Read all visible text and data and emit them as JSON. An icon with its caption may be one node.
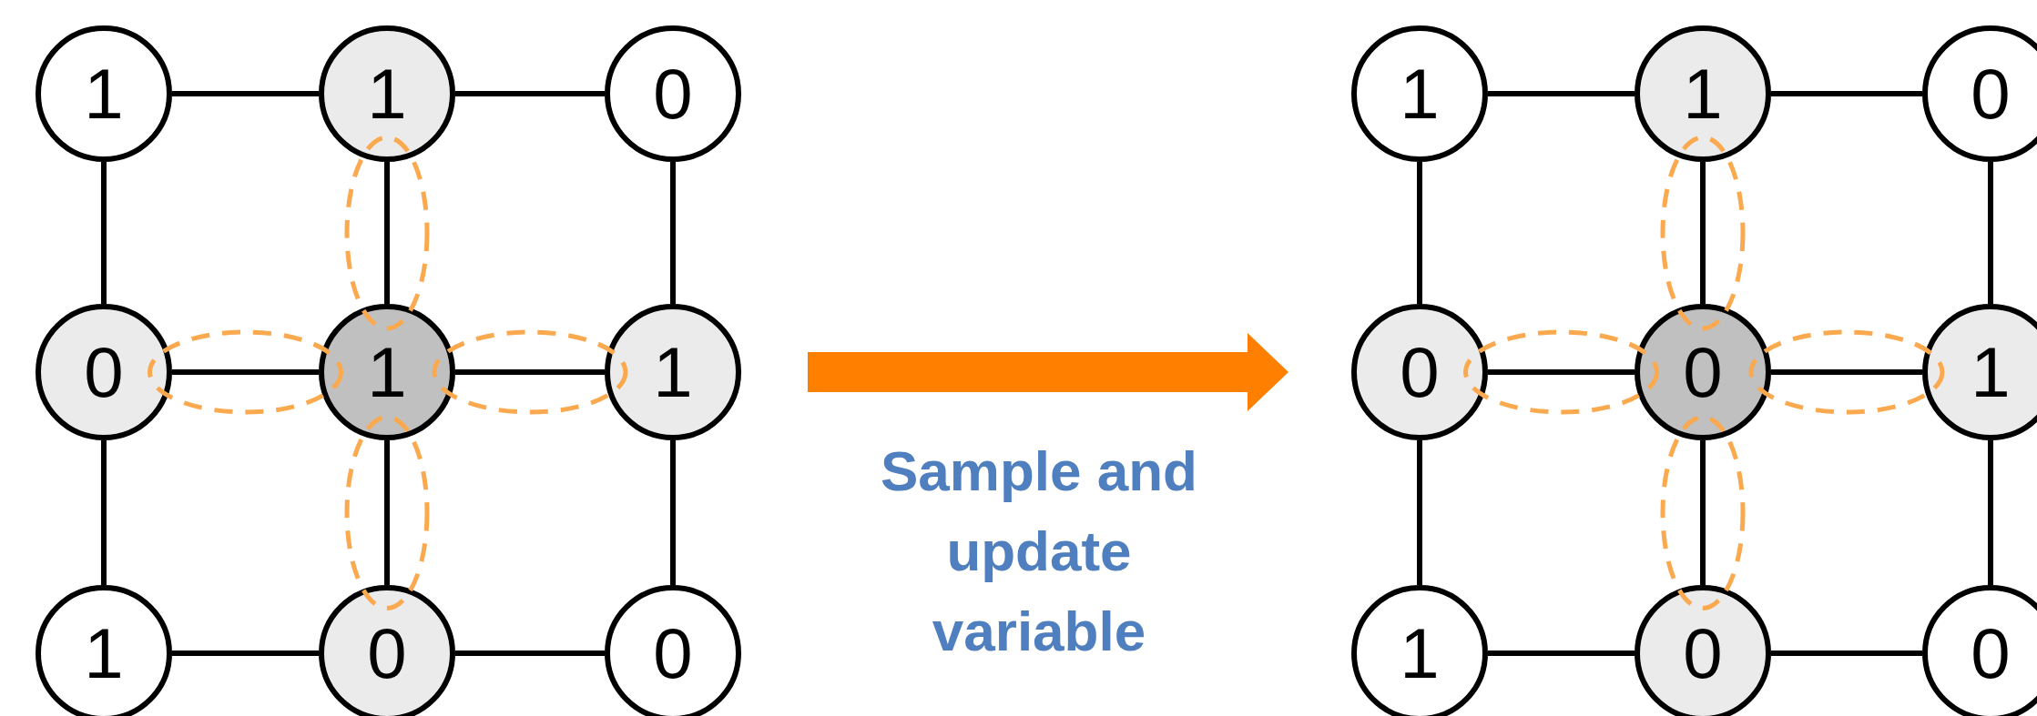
{
  "diagram": {
    "nodes": [
      {
        "text": [
          "1"
        ]
      },
      {
        "text": [
          "1"
        ]
      },
      {
        "text": [
          "0"
        ]
      },
      {
        "text": [
          "0"
        ]
      },
      {
        "text": [
          "1"
        ]
      },
      {
        "text": [
          "1"
        ]
      },
      {
        "text": [
          "1"
        ]
      },
      {
        "text": [
          "0"
        ]
      },
      {
        "text": [
          "0"
        ]
      },
      {
        "text": [
          "1"
        ]
      },
      {
        "text": [
          "1"
        ]
      },
      {
        "text": [
          "0"
        ]
      },
      {
        "text": [
          "0"
        ]
      },
      {
        "text": [
          "0"
        ]
      },
      {
        "text": [
          "1"
        ]
      },
      {
        "text": [
          "1"
        ]
      },
      {
        "text": [
          "0"
        ]
      },
      {
        "text": [
          "0"
        ]
      }
    ],
    "edges": [
      {
        "from": 0,
        "to": 1,
        "arrow": "none"
      },
      {
        "from": 1,
        "to": 2,
        "arrow": "none"
      },
      {
        "from": 3,
        "to": 4,
        "arrow": "none"
      },
      {
        "from": 4,
        "to": 5,
        "arrow": "none"
      },
      {
        "from": 6,
        "to": 7,
        "arrow": "none"
      },
      {
        "from": 7,
        "to": 8,
        "arrow": "none"
      },
      {
        "from": 0,
        "to": 3,
        "arrow": "none"
      },
      {
        "from": 3,
        "to": 6,
        "arrow": "none"
      },
      {
        "from": 1,
        "to": 4,
        "arrow": "none"
      },
      {
        "from": 4,
        "to": 7,
        "arrow": "none"
      },
      {
        "from": 2,
        "to": 5,
        "arrow": "none"
      },
      {
        "from": 5,
        "to": 8,
        "arrow": "none"
      },
      {
        "from": 9,
        "to": 10,
        "arrow": "none"
      },
      {
        "from": 10,
        "to": 11,
        "arrow": "none"
      },
      {
        "from": 12,
        "to": 13,
        "arrow": "none"
      },
      {
        "from": 13,
        "to": 14,
        "arrow": "none"
      },
      {
        "from": 15,
        "to": 16,
        "arrow": "none"
      },
      {
        "from": 16,
        "to": 17,
        "arrow": "none"
      },
      {
        "from": 9,
        "to": 12,
        "arrow": "none"
      },
      {
        "from": 12,
        "to": 15,
        "arrow": "none"
      },
      {
        "from": 10,
        "to": 13,
        "arrow": "none"
      },
      {
        "from": 13,
        "to": 16,
        "arrow": "none"
      },
      {
        "from": 11,
        "to": 14,
        "arrow": "none"
      },
      {
        "from": 14,
        "to": 17,
        "arrow": "none"
      }
    ],
    "labels": [
      "Sample and update variable"
    ]
  }
}
